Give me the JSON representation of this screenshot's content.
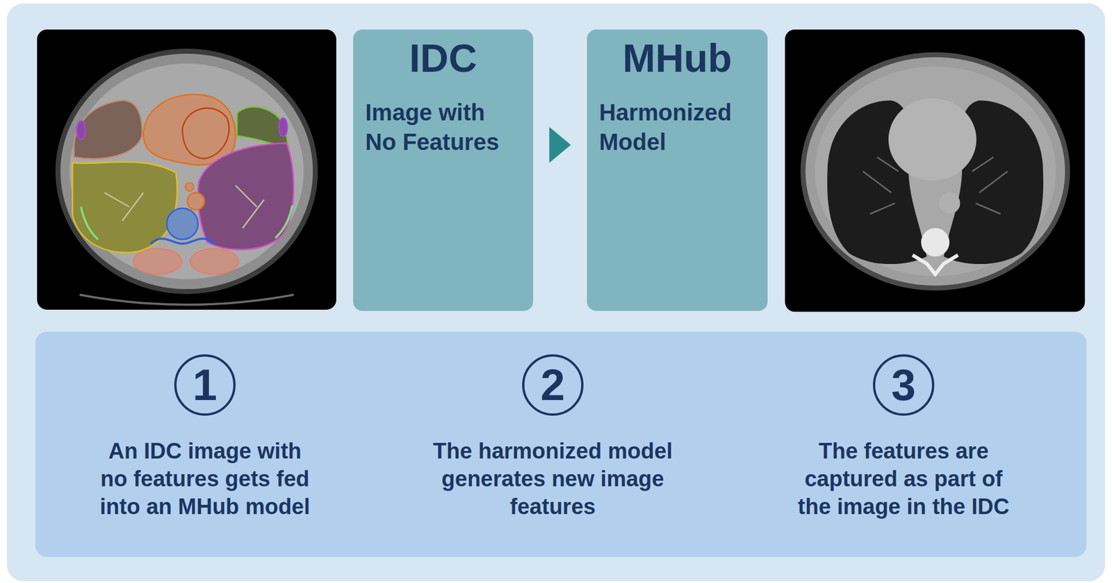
{
  "diagram": {
    "nodes": [
      {
        "text": [
          "IDC",
          "Image with No Features"
        ]
      },
      {
        "text": [
          "MHub",
          "Harmonized Model"
        ]
      },
      {
        "text": [
          "An IDC image with no features gets fed into an MHub model",
          "The harmonized model generates new image features",
          "The features are captured as part of the image in the IDC"
        ]
      },
      {
        "text": [
          "1"
        ],
        "in": 2
      },
      {
        "text": [
          "2"
        ],
        "in": 2
      },
      {
        "text": [
          "3"
        ],
        "in": 2
      }
    ],
    "edges": [
      {
        "from": 0,
        "to": 1,
        "arrow": "to"
      }
    ]
  }
}
